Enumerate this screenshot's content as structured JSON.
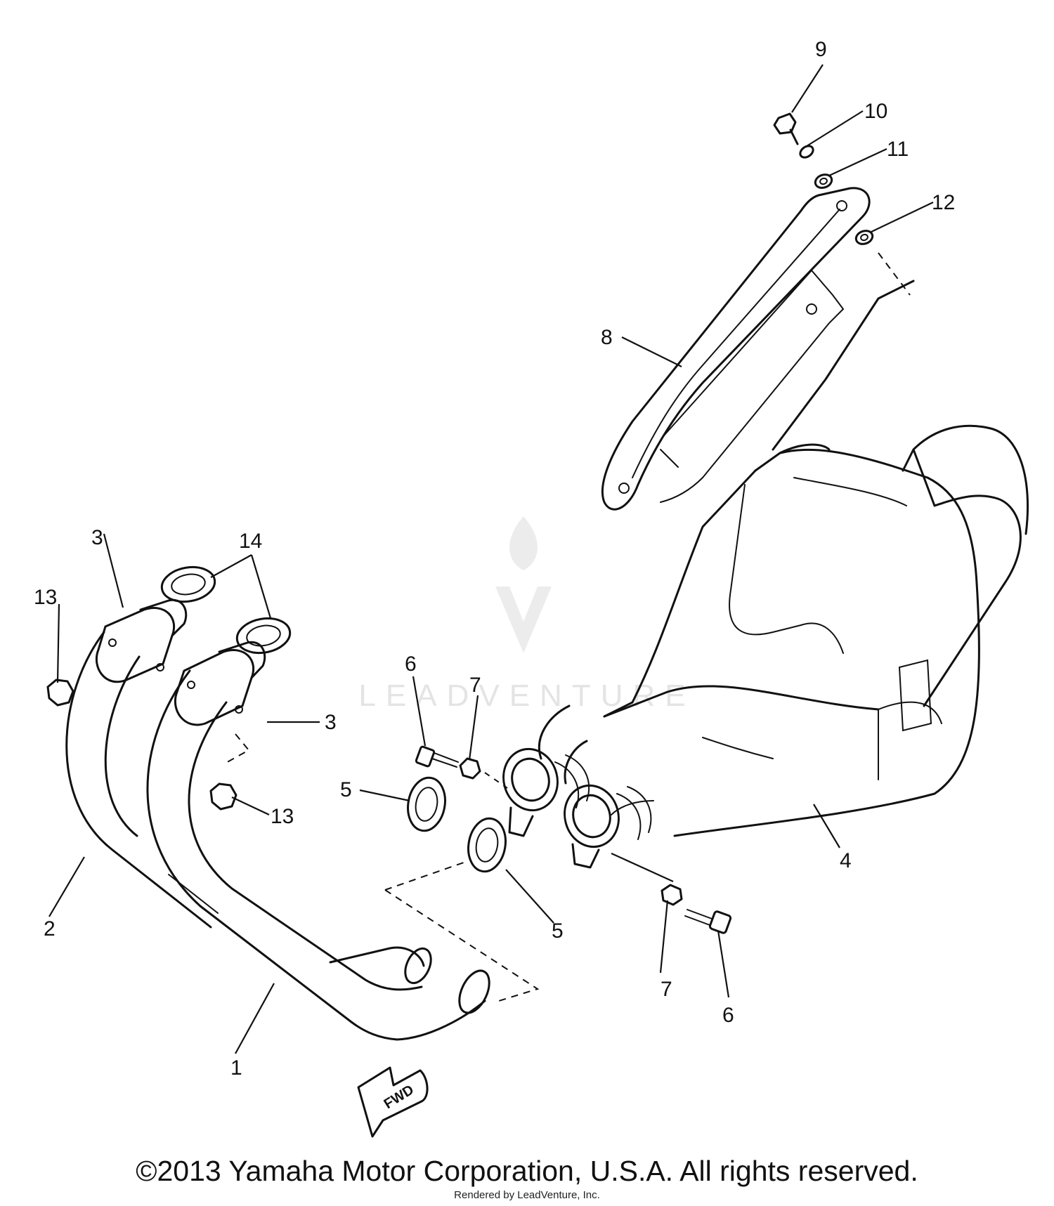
{
  "callouts": {
    "c1": "1",
    "c2": "2",
    "c3a": "3",
    "c3b": "3",
    "c4": "4",
    "c5a": "5",
    "c5b": "5",
    "c6a": "6",
    "c6b": "6",
    "c7a": "7",
    "c7b": "7",
    "c8": "8",
    "c9": "9",
    "c10": "10",
    "c11": "11",
    "c12": "12",
    "c13a": "13",
    "c13b": "13",
    "c14": "14"
  },
  "fwd_arrow": {
    "label": "FWD"
  },
  "watermark": {
    "text": "LEADVENTURE"
  },
  "footer": {
    "copyright": "©2013 Yamaha Motor Corporation, U.S.A. All rights reserved.",
    "rendered_by": "Rendered by LeadVenture, Inc."
  }
}
